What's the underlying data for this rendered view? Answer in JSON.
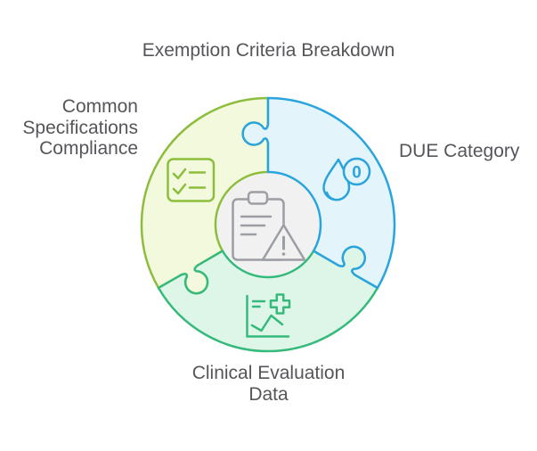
{
  "title": "Exemption Criteria Breakdown",
  "segments": {
    "common": {
      "lines": [
        "Common",
        "Specifications",
        "Compliance"
      ]
    },
    "due": {
      "label": "DUE Category",
      "drop_badge": "0"
    },
    "clinical": {
      "lines": [
        "Clinical Evaluation",
        "Data"
      ]
    }
  },
  "colors": {
    "green_stroke": "#8cbd3c",
    "green_fill": "#f3f9dc",
    "blue_stroke": "#29a4dd",
    "blue_fill": "#e3f4fb",
    "mint_stroke": "#36ba7c",
    "mint_fill": "#def6e8",
    "center_fill": "#f1f1f2",
    "center_icon_stroke": "#9b9ea3",
    "text": "#54565b"
  }
}
